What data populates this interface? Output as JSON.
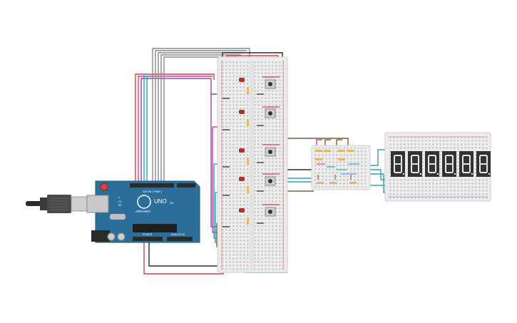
{
  "arduino": {
    "brand": "ARDUINO",
    "model": "UNO",
    "board_color": "#2b6e9a",
    "header_labels": [
      "DIGITAL (PWM~)",
      "POWER",
      "ANALOG IN",
      "TX",
      "RX",
      "L",
      "ON"
    ]
  },
  "display": {
    "digit_count": 6,
    "segment_color": "#e8e8e8",
    "body_color": "#333333"
  },
  "pushbutton_count": 5,
  "led_count": 5,
  "wire_colors": {
    "red": "#d94141",
    "black": "#2b2b2b",
    "grey": "#8a8a8a",
    "purple": "#8e44ad",
    "brown": "#8b5a2b",
    "blue": "#2f9fd0",
    "pink": "#d63aa5",
    "orange": "#e08a2c",
    "teal": "#26a6a6"
  }
}
